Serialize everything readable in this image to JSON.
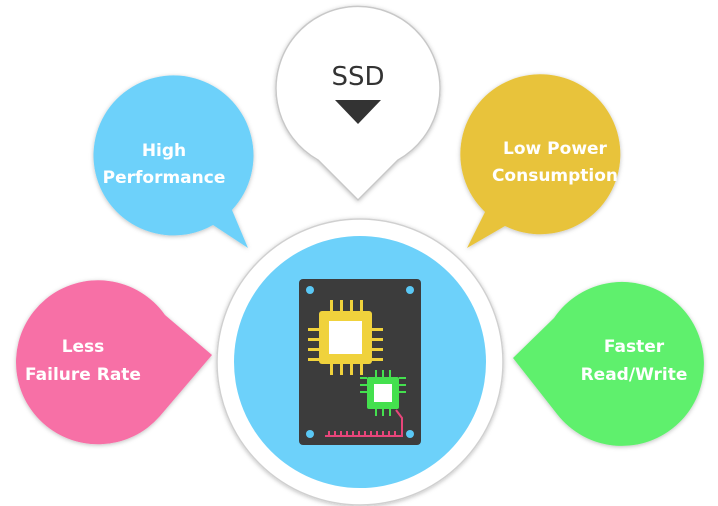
{
  "center": {
    "label": "SSD"
  },
  "bubbles": [
    {
      "id": "high-performance",
      "lines": [
        "High",
        "Performance"
      ],
      "color": "#6dd1fa"
    },
    {
      "id": "low-power",
      "lines": [
        "Low Power",
        "Consumption"
      ],
      "color": "#e8c33a"
    },
    {
      "id": "less-failure",
      "lines": [
        "Less",
        "Failure Rate"
      ],
      "color": "#f76fa6"
    },
    {
      "id": "faster-rw",
      "lines": [
        "Faster",
        "Read/Write"
      ],
      "color": "#5ff06d"
    }
  ],
  "colors": {
    "board": "#3c3c3c",
    "board_circle": "#6dd1fa",
    "chip_main": "#f0d23c",
    "chip_small": "#44e04e",
    "trace": "#e8457a",
    "screw": "#5ac8f5"
  }
}
